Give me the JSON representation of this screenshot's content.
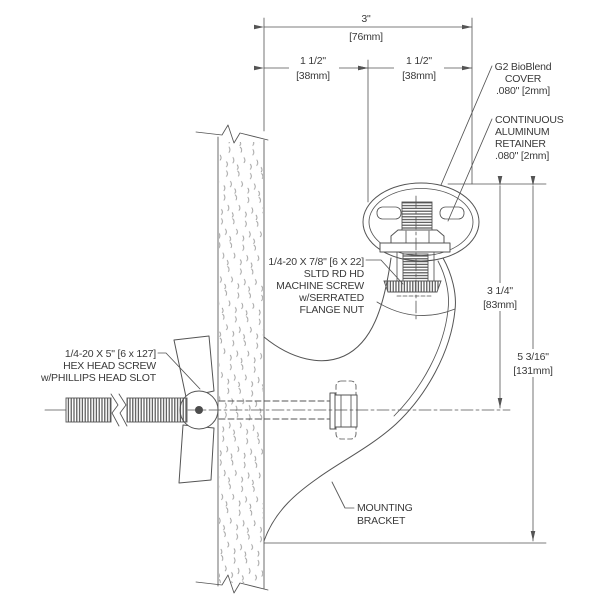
{
  "drawing": {
    "type": "technical-section-detail",
    "dims": {
      "overall": {
        "primary": "3\"",
        "secondary": "[76mm]"
      },
      "left_half": {
        "primary": "1 1/2\"",
        "secondary": "[38mm]"
      },
      "right_half": {
        "primary": "1 1/2\"",
        "secondary": "[38mm]"
      },
      "rail_to_centerline": {
        "primary": "3 1/4\"",
        "secondary": "[83mm]"
      },
      "rail_to_base": {
        "primary": "5 3/16\"",
        "secondary": "[131mm]"
      }
    },
    "callouts": {
      "cover": {
        "lines": [
          "G2 BioBlend",
          "COVER",
          ".080\" [2mm]"
        ]
      },
      "retainer": {
        "lines": [
          "CONTINUOUS",
          "ALUMINUM",
          "RETAINER",
          ".080\" [2mm]"
        ]
      },
      "machine_screw": {
        "lines": [
          "1/4-20 X 7/8\" [6 X 22]",
          "SLTD RD HD",
          "MACHINE SCREW",
          "w/SERRATED",
          "FLANGE NUT"
        ]
      },
      "anchor_screw": {
        "lines": [
          "1/4-20 X 5\" [6 x 127]",
          "HEX HEAD SCREW",
          "w/PHILLIPS HEAD SLOT"
        ]
      },
      "bracket": {
        "lines": [
          "MOUNTING",
          "BRACKET"
        ]
      }
    },
    "colors": {
      "line": "#545454",
      "text": "#3a3a3a",
      "hatch": "#9a9a9a",
      "background": "#ffffff"
    }
  }
}
